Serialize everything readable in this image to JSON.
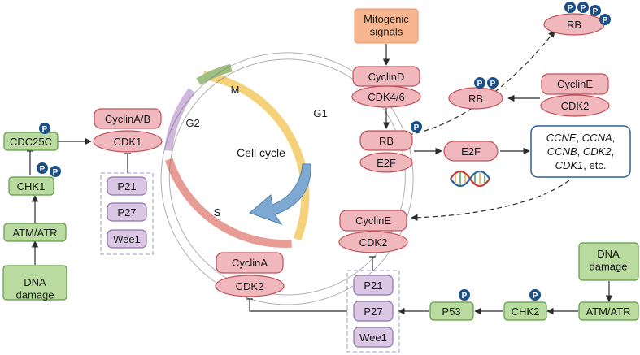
{
  "colors": {
    "pink_fill": "#f0b8bd",
    "pink_stroke": "#c0505a",
    "green_fill": "#b9dba0",
    "green_stroke": "#5e9a45",
    "purple_fill": "#d9c7e3",
    "purple_stroke": "#8e70a8",
    "orange_fill": "#f7b690",
    "phospho_fill": "#1b4f86",
    "ring_yellow": "#f5d27a",
    "ring_pink": "#e79c96",
    "ring_purple": "#d1b8df",
    "ring_green": "#9fbf82",
    "arrow_blue": "#7ea9d3"
  },
  "cycle": {
    "title": "Cell cycle",
    "phase_g1": "G1",
    "phase_s": "S",
    "phase_g2": "G2",
    "phase_m": "M"
  },
  "phospho_label": "P",
  "left": {
    "dna_damage": "DNA\ndamage",
    "atm_atr": "ATM/ATR",
    "chk1": "CHK1",
    "cdc25c": "CDC25C",
    "cyclin_ab": "CyclinA/B",
    "cdk1": "CDK1",
    "p21": "P21",
    "p27": "P27",
    "wee1": "Wee1"
  },
  "top": {
    "mitogenic": "Mitogenic\nsignals",
    "cyclin_d": "CyclinD",
    "cdk46": "CDK4/6",
    "rb": "RB",
    "e2f": "E2F",
    "e2f_free": "E2F",
    "rb_pp": "RB",
    "rb_pppp": "RB",
    "cyclin_e": "CyclinE",
    "cdk2": "CDK2",
    "genes_line1_a": "CCNE",
    "genes_line1_b": ", ",
    "genes_line1_c": "CCNA",
    "genes_line1_d": ",",
    "genes_line2_a": "CCNB",
    "genes_line2_b": ", ",
    "genes_line2_c": "CDK2",
    "genes_line2_d": ",",
    "genes_line3_a": "CDK1",
    "genes_line3_b": ", etc."
  },
  "bottom": {
    "cyclin_e": "CyclinE",
    "cdk2_e": "CDK2",
    "cyclin_a": "CyclinA",
    "cdk2_a": "CDK2",
    "p21": "P21",
    "p27": "P27",
    "wee1": "Wee1",
    "p53": "P53",
    "chk2": "CHK2",
    "atm_atr": "ATM/ATR",
    "dna_damage": "DNA\ndamage"
  }
}
